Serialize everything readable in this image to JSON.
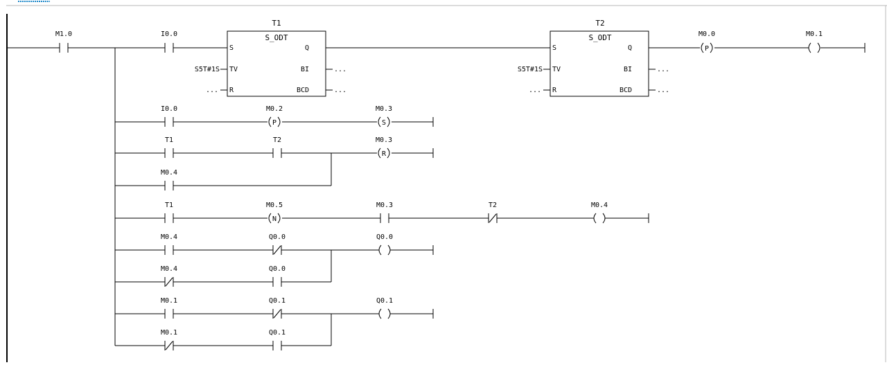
{
  "colors": {
    "background": "#ffffff",
    "line": "#000000",
    "header_accent": "#1a86c8",
    "frame_border": "#b9b9b9",
    "rail": "#000000"
  },
  "rung_head": {
    "rail_contact": {
      "label": "M1.0",
      "kind": "no"
    },
    "trigger_contact": {
      "label": "I0.0",
      "kind": "no"
    }
  },
  "timers": [
    {
      "name": "T1",
      "type": "S_ODT",
      "pin_s": "S",
      "pin_tv": "TV",
      "pin_r": "R",
      "pin_q": "Q",
      "pin_bi": "BI",
      "pin_bcd": "BCD",
      "tv_value": "S5T#1S",
      "r_value": "...",
      "bi_value": "...",
      "bcd_value": "..."
    },
    {
      "name": "T2",
      "type": "S_ODT",
      "pin_s": "S",
      "pin_tv": "TV",
      "pin_r": "R",
      "pin_q": "Q",
      "pin_bi": "BI",
      "pin_bcd": "BCD",
      "tv_value": "S5T#1S",
      "r_value": "...",
      "bi_value": "...",
      "bcd_value": "..."
    }
  ],
  "head_outputs": [
    {
      "label": "M0.0",
      "kind": "p",
      "glyph": "P"
    },
    {
      "label": "M0.1",
      "kind": "coil",
      "glyph": ""
    }
  ],
  "branches": [
    {
      "el": [
        {
          "label": "I0.0",
          "kind": "no"
        },
        {
          "label": "M0.2",
          "kind": "p",
          "glyph": "P"
        },
        {
          "label": "M0.3",
          "kind": "s",
          "glyph": "S"
        }
      ]
    },
    {
      "el": [
        {
          "label": "T1",
          "kind": "no"
        },
        {
          "label": "T2",
          "kind": "no"
        },
        {
          "label": "M0.3",
          "kind": "r",
          "glyph": "R"
        }
      ],
      "parallel": [
        {
          "label": "M0.4",
          "kind": "no"
        }
      ]
    },
    {
      "el": [
        {
          "label": "T1",
          "kind": "no"
        },
        {
          "label": "M0.5",
          "kind": "n",
          "glyph": "N"
        },
        {
          "label": "M0.3",
          "kind": "no"
        },
        {
          "label": "T2",
          "kind": "nc"
        },
        {
          "label": "M0.4",
          "kind": "coil",
          "glyph": ""
        }
      ]
    },
    {
      "el": [
        {
          "label": "M0.4",
          "kind": "no"
        },
        {
          "label": "Q0.0",
          "kind": "nc"
        },
        {
          "label": "Q0.0",
          "kind": "coil",
          "glyph": ""
        }
      ],
      "parallel": [
        {
          "label": "M0.4",
          "kind": "nc"
        },
        {
          "label": "Q0.0",
          "kind": "no"
        }
      ]
    },
    {
      "el": [
        {
          "label": "M0.1",
          "kind": "no"
        },
        {
          "label": "Q0.1",
          "kind": "nc"
        },
        {
          "label": "Q0.1",
          "kind": "coil",
          "glyph": ""
        }
      ],
      "parallel": [
        {
          "label": "M0.1",
          "kind": "nc"
        },
        {
          "label": "Q0.1",
          "kind": "no"
        }
      ]
    }
  ]
}
